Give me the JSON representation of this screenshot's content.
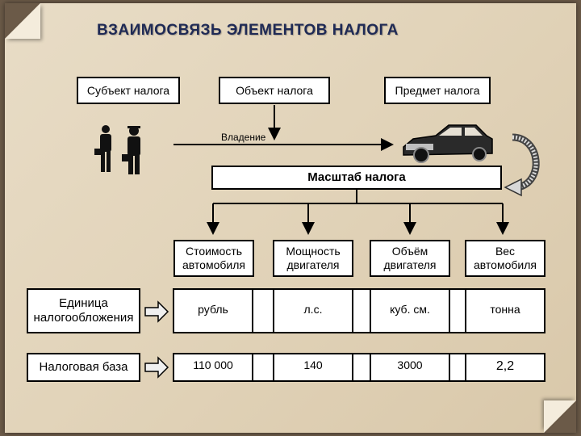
{
  "title": "ВЗАИМОСВЯЗЬ ЭЛЕМЕНТОВ НАЛОГА",
  "top_boxes": {
    "subject": "Субъект налога",
    "object": "Объект налога",
    "item": "Предмет налога"
  },
  "possession_label": "Владение",
  "scale_box": "Масштаб налога",
  "scale_items": [
    "Стоимость автомобиля",
    "Мощность двигателя",
    "Объём двигателя",
    "Вес автомобиля"
  ],
  "unit_row": {
    "label": "Единица налогообложения",
    "values": [
      "рубль",
      "л.с.",
      "куб. см.",
      "тонна"
    ]
  },
  "base_row": {
    "label": "Налоговая база",
    "values": [
      "110 000",
      "140",
      "3000",
      "2,2"
    ]
  },
  "icons": [
    "people-icon",
    "car-icon",
    "curved-arrow-icon"
  ]
}
